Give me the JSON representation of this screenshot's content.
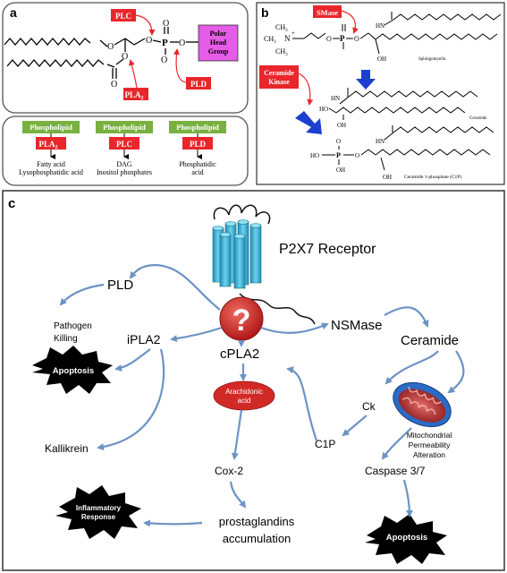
{
  "panel_a": {
    "label": "a",
    "enzymes": {
      "plc": "PLC",
      "pla2": "PLA",
      "pla2_sub": "2",
      "pld": "PLD"
    },
    "head_group": {
      "line1": "Polar",
      "line2": "Head",
      "line3": "Group"
    },
    "atoms": {
      "o1": "O",
      "o2": "O",
      "o3": "O",
      "o4": "O",
      "p": "P",
      "o_top": "O",
      "o_minus": "O",
      "o_dbl": "O"
    },
    "boxes": [
      {
        "header": "Phospholipid",
        "enzyme": "PLA",
        "enzyme_sub": "2",
        "line1": "Fatty acid",
        "line2": "Lysophosphatidic acid"
      },
      {
        "header": "Phospholipid",
        "enzyme": "PLC",
        "enzyme_sub": "",
        "line1": "DAG",
        "line2": "Inositol phosphates"
      },
      {
        "header": "Phospholipid",
        "enzyme": "PLD",
        "enzyme_sub": "",
        "line1": "Phosphatidic",
        "line2": "acid"
      }
    ]
  },
  "panel_b": {
    "label": "b",
    "smase": "SMase",
    "ck_line1": "Ceramide",
    "ck_line2": "Kinase",
    "sphingomyelin": "Sphingomyelin",
    "ceramide": "Ceramide",
    "c1p": "Ceramide 1-phosphate (C1P)",
    "atoms": {
      "ch3a": "CH",
      "ch3b": "CH",
      "ch3c": "CH",
      "n": "N",
      "plus": "+",
      "o": "O",
      "p": "P",
      "hn": "HN",
      "oh": "OH",
      "ho": "HO"
    }
  },
  "panel_c": {
    "label": "c",
    "receptor": "P2X7 Receptor",
    "question": "?",
    "pld": "PLD",
    "pathogen1": "Pathogen",
    "pathogen2": "Killing",
    "ipla2": "iPLA2",
    "cpla2": "cPLA2",
    "nsmase": "NSMase",
    "ceramide": "Ceramide",
    "apoptosis_left": "Apoptosis",
    "arachidonic1": "Arachidonic",
    "arachidonic2": "acid",
    "ck": "Ck",
    "kallikrein": "Kallikrein",
    "c1p": "C1P",
    "cox2": "Cox-2",
    "mito1": "Mitochondrial",
    "mito2": "Permeability",
    "mito3": "Alteration",
    "caspase": "Caspase 3/7",
    "inflam1": "Inflammatory",
    "inflam2": "Response",
    "prosta1": "prostaglandins",
    "prosta2": "accumulation",
    "apoptosis_right": "Apoptosis"
  },
  "colors": {
    "enzyme_red": "#e8262b",
    "header_green": "#78b13f",
    "head_group_magenta": "#e55ce6",
    "arrow_blue": "#6c93c4",
    "receptor_blue": "#29a7c9",
    "question_red": "#d12a26",
    "thick_arrow_blue": "#1d3fcf"
  }
}
